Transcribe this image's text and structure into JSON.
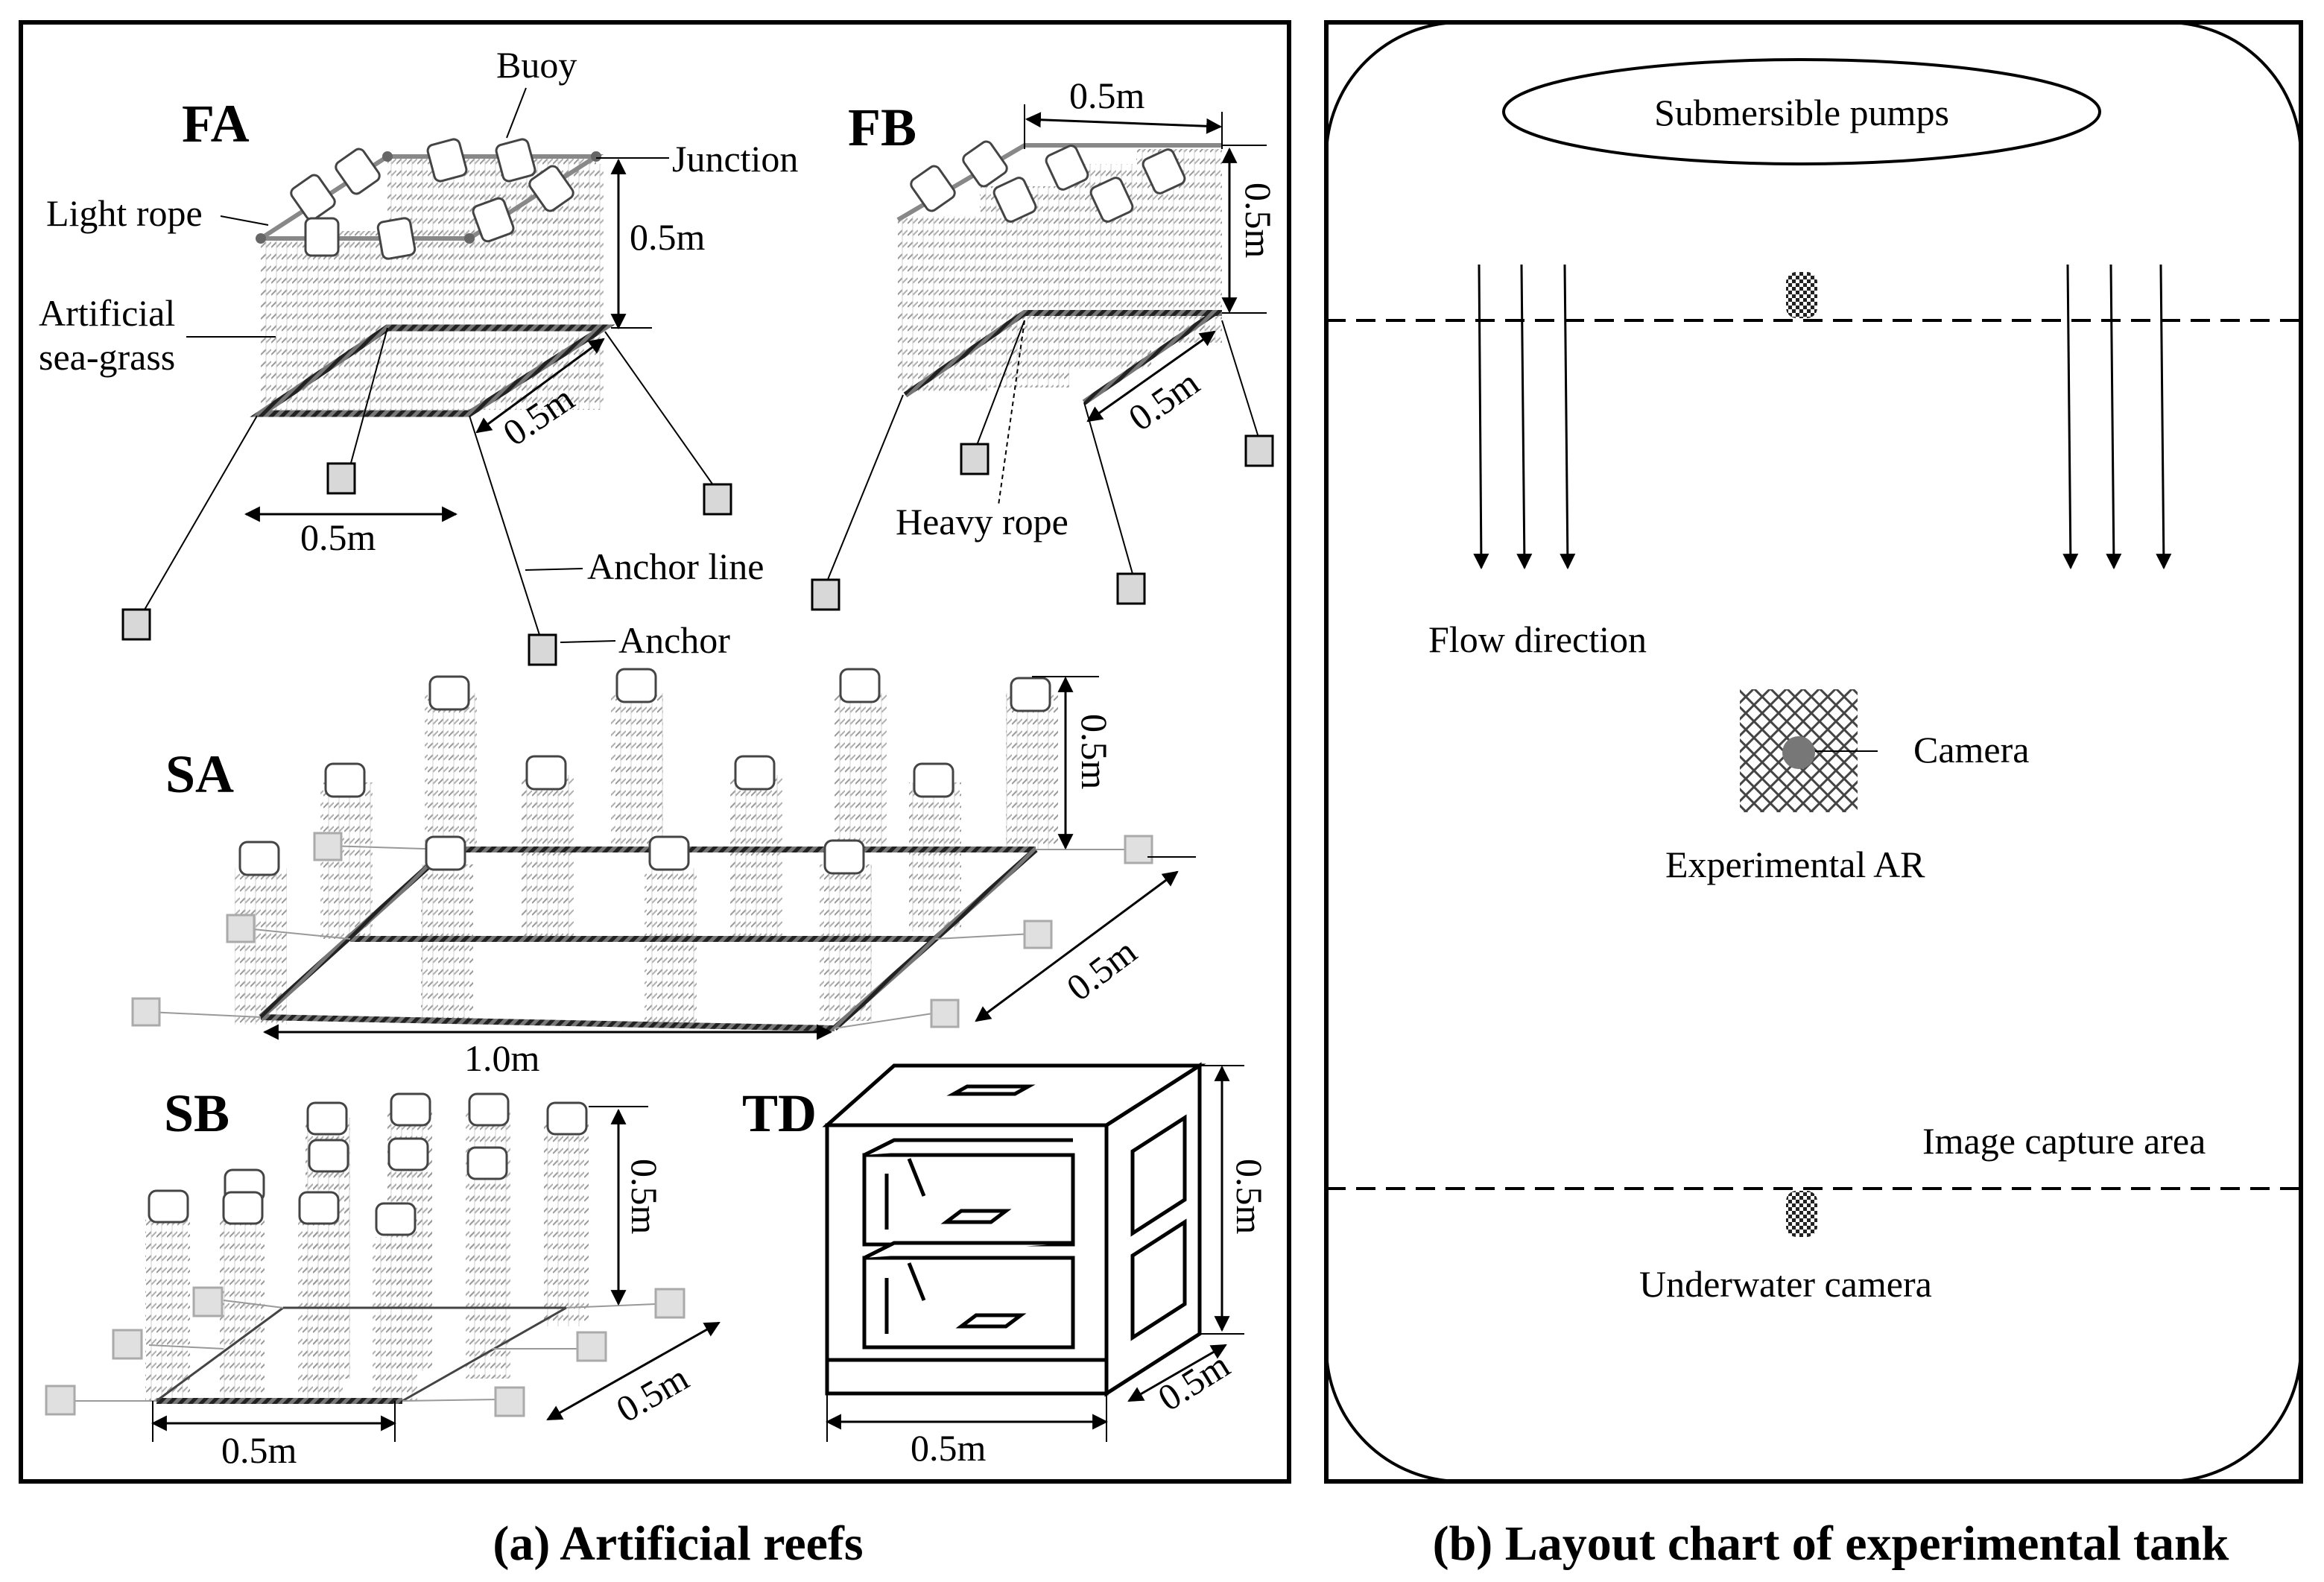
{
  "panel_a": {
    "caption": "(a) Artificial reefs",
    "fa": {
      "title": "FA",
      "buoy": "Buoy",
      "junction": "Junction",
      "light_rope": "Light rope",
      "seagrass_line1": "Artificial",
      "seagrass_line2": "sea-grass",
      "height": "0.5m",
      "depth": "0.5m",
      "width": "0.5m",
      "anchor_line": "Anchor line",
      "anchor": "Anchor"
    },
    "fb": {
      "title": "FB",
      "top": "0.5m",
      "height": "0.5m",
      "depth": "0.5m",
      "heavy_rope": "Heavy rope"
    },
    "sa": {
      "title": "SA",
      "height": "0.5m",
      "depth": "0.5m",
      "width": "1.0m"
    },
    "sb": {
      "title": "SB",
      "height": "0.5m",
      "depth": "0.5m",
      "width": "0.5m"
    },
    "td": {
      "title": "TD",
      "height": "0.5m",
      "depth": "0.5m",
      "width": "0.5m"
    }
  },
  "panel_b": {
    "caption": "(b) Layout chart of experimental tank",
    "pumps": "Submersible pumps",
    "flow": "Flow direction",
    "camera": "Camera",
    "experimental_ar": "Experimental AR",
    "capture_area": "Image capture area",
    "underwater_camera": "Underwater camera"
  }
}
